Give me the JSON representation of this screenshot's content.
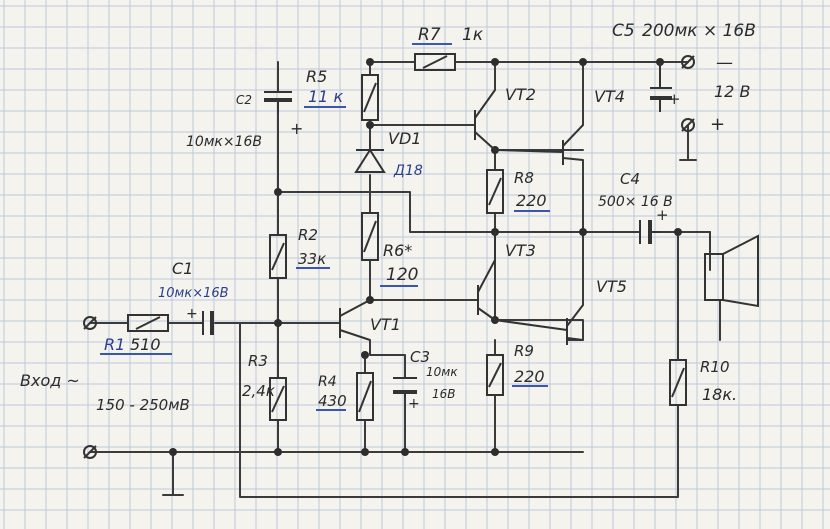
{
  "components": {
    "r7": {
      "ref": "R7",
      "value": "1к"
    },
    "r5": {
      "ref": "R5",
      "value": "11 к"
    },
    "c2": {
      "ref": "C2",
      "value": "10мк×16В",
      "plus": "+"
    },
    "vd1": {
      "ref": "VD1",
      "type": "Д18"
    },
    "vt2": {
      "ref": "VT2"
    },
    "vt4": {
      "ref": "VT4"
    },
    "c5": {
      "ref": "C5",
      "value": "200мк × 16В",
      "plus": "+"
    },
    "supply": {
      "voltage": "12 В",
      "minus": "—",
      "plus": "+"
    },
    "r8": {
      "ref": "R8",
      "value": "220"
    },
    "c4": {
      "ref": "C4",
      "value": "500× 16 В",
      "plus": "+"
    },
    "r2": {
      "ref": "R2",
      "value": "33к"
    },
    "r6": {
      "ref": "R6*",
      "value": "120"
    },
    "vt3": {
      "ref": "VT3"
    },
    "vt5": {
      "ref": "VT5"
    },
    "c1": {
      "ref": "C1",
      "value": "10мк×16В",
      "plus": "+"
    },
    "vt1": {
      "ref": "VT1"
    },
    "r1": {
      "ref": "R1",
      "value": "510"
    },
    "r3": {
      "ref": "R3",
      "value": "2,4к"
    },
    "r4": {
      "ref": "R4",
      "value": "430"
    },
    "c3": {
      "ref": "C3",
      "value": "10мк",
      "voltage": "16В",
      "plus": "+"
    },
    "r9": {
      "ref": "R9",
      "value": "220"
    },
    "r10": {
      "ref": "R10",
      "value": "18к."
    }
  },
  "input": {
    "label": "Вход ~",
    "level": "150 - 250мВ"
  },
  "colors": {
    "ink": "#2b2b2b",
    "blue_ink": "#2a3f8f",
    "grid": "#bcc9d8",
    "paper": "#f4f3ee"
  }
}
